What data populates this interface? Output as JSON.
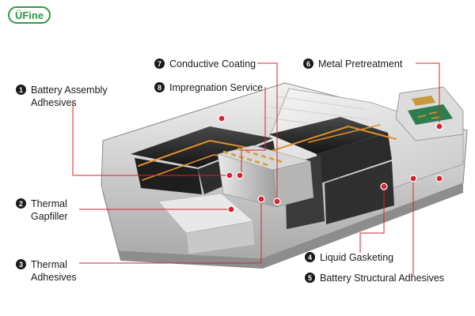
{
  "brand": {
    "logo_text": "ÜFine",
    "accent": "#2f9a46"
  },
  "colors": {
    "leader_line": "#d9232e",
    "marker": "#d9232e"
  },
  "labels": [
    {
      "number": "1",
      "lines": [
        "Battery Assembly",
        "Adhesives"
      ]
    },
    {
      "number": "2",
      "lines": [
        "Thermal",
        "Gapfiller"
      ]
    },
    {
      "number": "3",
      "lines": [
        "Thermal",
        "Adhesives"
      ]
    },
    {
      "number": "4",
      "lines": [
        "Liquid Gasketing"
      ]
    },
    {
      "number": "5",
      "lines": [
        "Battery Structural Adhesives"
      ]
    },
    {
      "number": "6",
      "lines": [
        "Metal Pretreatment"
      ]
    },
    {
      "number": "7",
      "lines": [
        "Conductive Coating"
      ]
    },
    {
      "number": "8",
      "lines": [
        "Impregnation Service"
      ]
    }
  ]
}
